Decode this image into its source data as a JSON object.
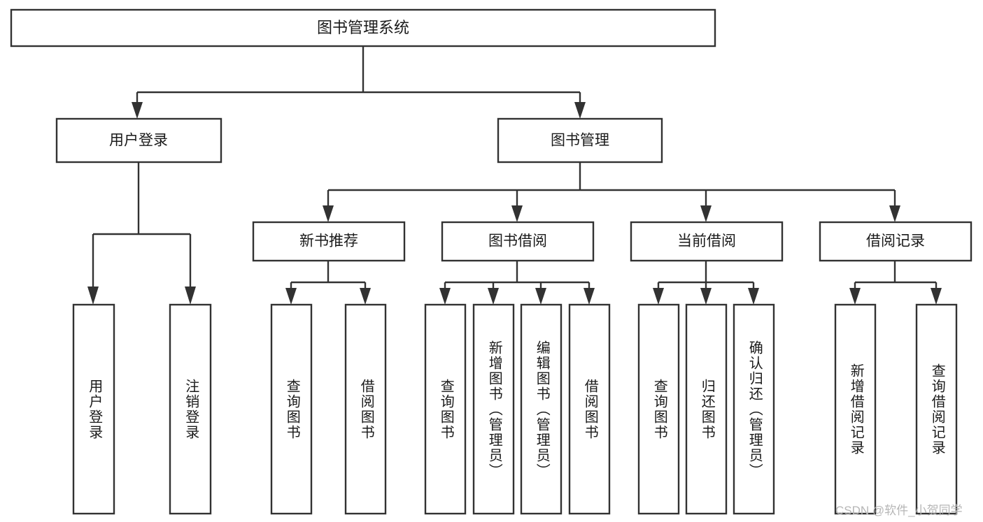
{
  "diagram": {
    "type": "tree",
    "title": "图书管理系统",
    "root": {
      "label": "图书管理系统",
      "orientation": "horizontal"
    },
    "level1": [
      {
        "label": "用户登录",
        "orientation": "horizontal"
      },
      {
        "label": "图书管理",
        "orientation": "horizontal"
      }
    ],
    "level2": [
      {
        "label": "新书推荐",
        "orientation": "horizontal",
        "parent": "图书管理"
      },
      {
        "label": "图书借阅",
        "orientation": "horizontal",
        "parent": "图书管理"
      },
      {
        "label": "当前借阅",
        "orientation": "horizontal",
        "parent": "图书管理"
      },
      {
        "label": "借阅记录",
        "orientation": "horizontal",
        "parent": "图书管理"
      }
    ],
    "leaves": [
      {
        "label": "用户登录",
        "orientation": "vertical",
        "parent": "用户登录"
      },
      {
        "label": "注销登录",
        "orientation": "vertical",
        "parent": "用户登录"
      },
      {
        "label": "查询图书",
        "orientation": "vertical",
        "parent": "新书推荐"
      },
      {
        "label": "借阅图书",
        "orientation": "vertical",
        "parent": "新书推荐"
      },
      {
        "label": "查询图书",
        "orientation": "vertical",
        "parent": "图书借阅"
      },
      {
        "label": "新增图书（管理员）",
        "orientation": "vertical",
        "parent": "图书借阅"
      },
      {
        "label": "编辑图书（管理员）",
        "orientation": "vertical",
        "parent": "图书借阅"
      },
      {
        "label": "借阅图书",
        "orientation": "vertical",
        "parent": "图书借阅"
      },
      {
        "label": "查询图书",
        "orientation": "vertical",
        "parent": "当前借阅"
      },
      {
        "label": "归还图书",
        "orientation": "vertical",
        "parent": "当前借阅"
      },
      {
        "label": "确认归还（管理员）",
        "orientation": "vertical",
        "parent": "当前借阅"
      },
      {
        "label": "新增借阅记录",
        "orientation": "vertical",
        "parent": "借阅记录"
      },
      {
        "label": "查询借阅记录",
        "orientation": "vertical",
        "parent": "借阅记录"
      }
    ],
    "colors": {
      "stroke": "#323232",
      "fill": "#ffffff",
      "text": "#1a1a1a",
      "watermark": "#b6b6b6"
    }
  },
  "watermark": {
    "text": "CSDN @软件_小贺同学"
  }
}
